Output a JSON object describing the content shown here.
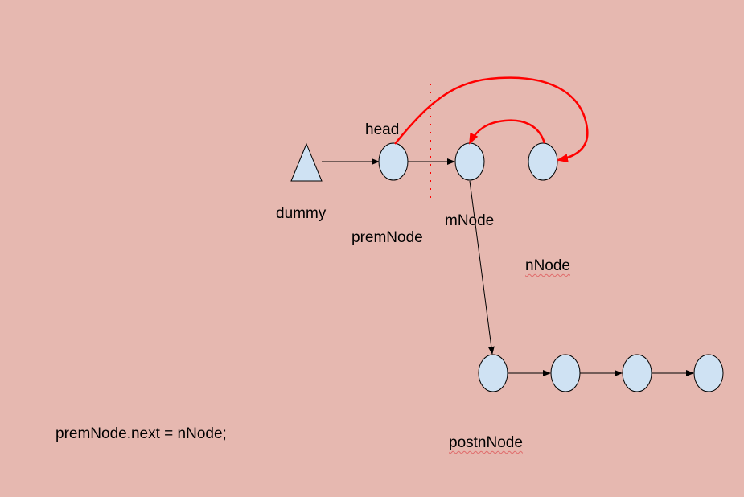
{
  "labels": {
    "head": "head",
    "dummy": "dummy",
    "premNode": "premNode",
    "mNode": "mNode",
    "nNode": "nNode",
    "postnNode": "postnNode"
  },
  "code": "premNode.next = nNode;",
  "colors": {
    "background": "#e6b8b0",
    "node_fill": "#cfe2f3",
    "node_stroke": "#000000",
    "red": "#ff0000"
  }
}
